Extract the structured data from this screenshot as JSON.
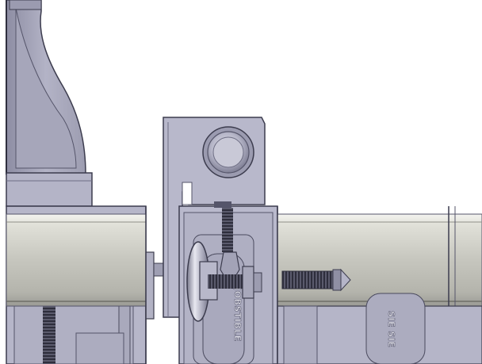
{
  "scene": {
    "description_type": "cad-render",
    "colors": {
      "background": "#ffffff",
      "metal": "#b9b9cc",
      "metal_dark": "#8f8fa6",
      "metal_light": "#d2d2de",
      "edge": "#3c3c4e",
      "rail_face": "#c8c8c0",
      "rail_highlight": "#f2f2ee"
    }
  },
  "engravings": {
    "left_plate": "JOBSTIBLE",
    "right_plate": "SIE SIE"
  }
}
